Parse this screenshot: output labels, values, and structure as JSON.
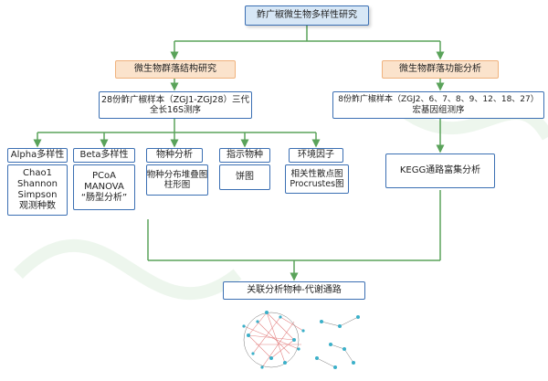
{
  "root": {
    "title": "鲊广椒微生物多样性研究"
  },
  "branches": [
    {
      "title": "微生物群落结构研究",
      "sample_line1": "28份鲊广椒样本（ZGJ1-ZGJ28）三代",
      "sample_line2": "全长16S测序"
    },
    {
      "title": "微生物群落功能分析",
      "sample_line1": "8份鲊广椒样本（ZGJ2、6、7、8、9、12、18、27）",
      "sample_line2": "宏基因组测序"
    }
  ],
  "analyses": [
    {
      "title": "Alpha多样性",
      "items": [
        "Chao1",
        "Shannon",
        "Simpson",
        "观测种数"
      ]
    },
    {
      "title": "Beta多样性",
      "items": [
        "PCoA",
        "MANOVA",
        "“肠型分析”"
      ]
    },
    {
      "title": "物种分析",
      "items": [
        "物种分布堆叠图",
        "柱形图"
      ]
    },
    {
      "title": "指示物种",
      "items": [
        "饼图"
      ]
    },
    {
      "title": "环境因子",
      "items": [
        "相关性散点图",
        "Procrustes图"
      ]
    }
  ],
  "kegg": {
    "label": "KEGG通路富集分析"
  },
  "final": {
    "label": "关联分析物种-代谢通路"
  },
  "colors": {
    "line_green": "#5aa35a",
    "box_border_blue": "#3b6fb3",
    "root_fill": "#d7e7f6",
    "orange_fill": "#fbe3cc",
    "network_red": "#e07070",
    "network_node": "#3bb0c9"
  }
}
